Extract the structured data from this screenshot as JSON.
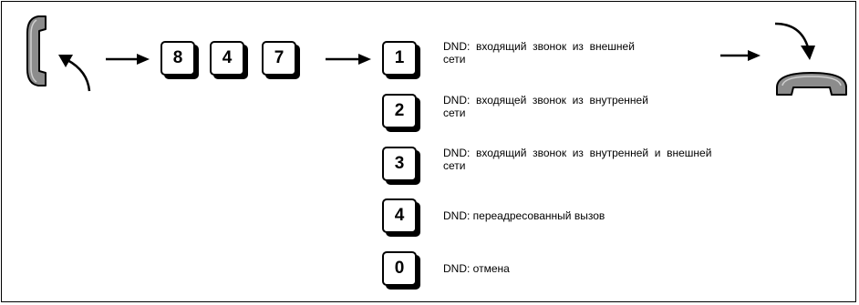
{
  "dial_sequence": [
    {
      "digit": "8"
    },
    {
      "digit": "4"
    },
    {
      "digit": "7"
    }
  ],
  "options": [
    {
      "key": "1",
      "line1": "DND:  входящий  звонок  из  внешней",
      "line2": "сети"
    },
    {
      "key": "2",
      "line1": "DND:  входящей  звонок  из  внутренней",
      "line2": "сети"
    },
    {
      "key": "3",
      "line1": "DND:  входящий  звонок  из  внутренней  и  внешней",
      "line2": "сети"
    },
    {
      "key": "4",
      "line1": "DND: переадресованный вызов",
      "line2": ""
    },
    {
      "key": "0",
      "line1": "DND: отмена",
      "line2": ""
    }
  ],
  "icons": {
    "start": "handset-off-hook-icon",
    "end": "handset-on-hook-icon"
  },
  "colors": {
    "handset_fill": "#8c8c8c",
    "outline": "#000000"
  }
}
